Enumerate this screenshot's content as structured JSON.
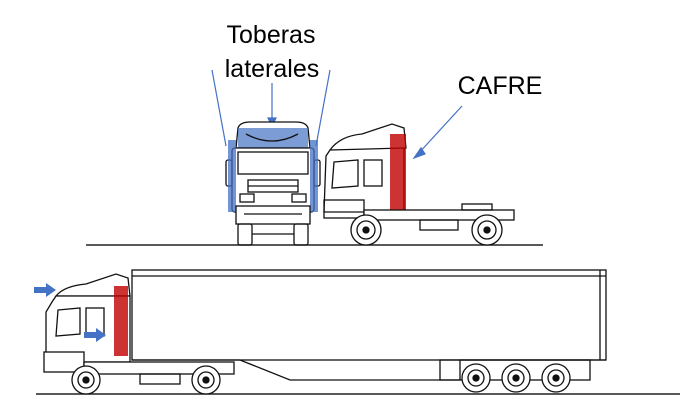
{
  "labels": {
    "toberas_line1": "Toberas",
    "toberas_line2": "laterales",
    "cafre": "CAFRE"
  },
  "colors": {
    "outline": "#111111",
    "blue_fill": "#4472c4",
    "blue_line": "#4472c4",
    "red_fill": "#c00000",
    "arrow_blue": "#4472c4",
    "ground": "#222222"
  }
}
